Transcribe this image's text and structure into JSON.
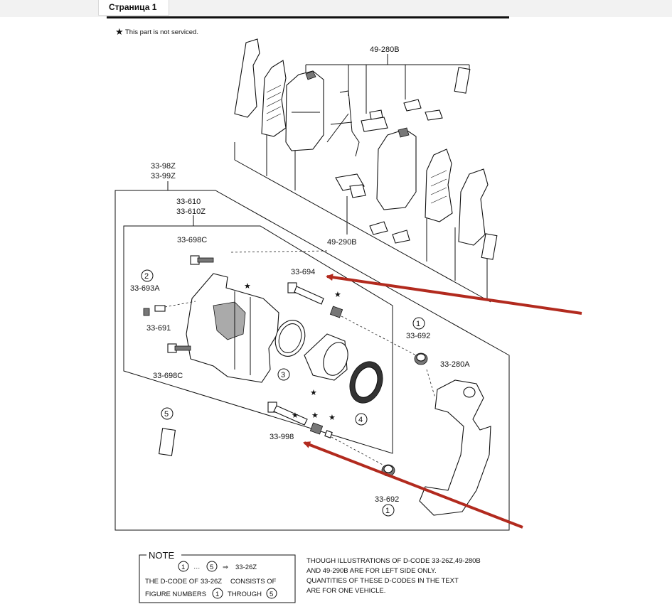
{
  "tab": {
    "label": "Страница 1"
  },
  "header": {
    "note": "This part is not serviced."
  },
  "callouts": {
    "c49_280B": "49-280B",
    "c49_290B": "49-290B",
    "c33_98Z": "33-98Z",
    "c33_99Z": "33-99Z",
    "c33_610": "33-610",
    "c33_610Z": "33-610Z",
    "c33_698C_top": "33-698C",
    "c33_698C_bot": "33-698C",
    "c33_693A": "33-693A",
    "c33_691": "33-691",
    "c33_694": "33-694",
    "c33_692_top": "33-692",
    "c33_692_bot": "33-692",
    "c33_280A": "33-280A",
    "c33_998": "33-998"
  },
  "figure_numbers": {
    "n1a": "1",
    "n1b": "1",
    "n2": "2",
    "n3": "3",
    "n4": "4",
    "n5": "5"
  },
  "note": {
    "title": "NOTE",
    "range_start": "1",
    "range_end": "5",
    "arrow": "⇒",
    "range_code": "33-26Z",
    "line2a": "THE D-CODE OF",
    "line2b": "33-26Z",
    "line2c": "CONSISTS OF",
    "line3a": "FIGURE NUMBERS",
    "line3b": "1",
    "line3c": "THROUGH",
    "line3d": "5",
    "side_lines": [
      "THOUGH ILLUSTRATIONS OF D-CODE 33-26Z,49-280B",
      "AND 49-290B ARE FOR LEFT SIDE ONLY.",
      "QUANTITIES OF THESE D-CODES IN THE TEXT",
      "ARE FOR ONE VEHICLE."
    ]
  },
  "colors": {
    "arrow": "#b22a1e",
    "line": "#111111"
  }
}
